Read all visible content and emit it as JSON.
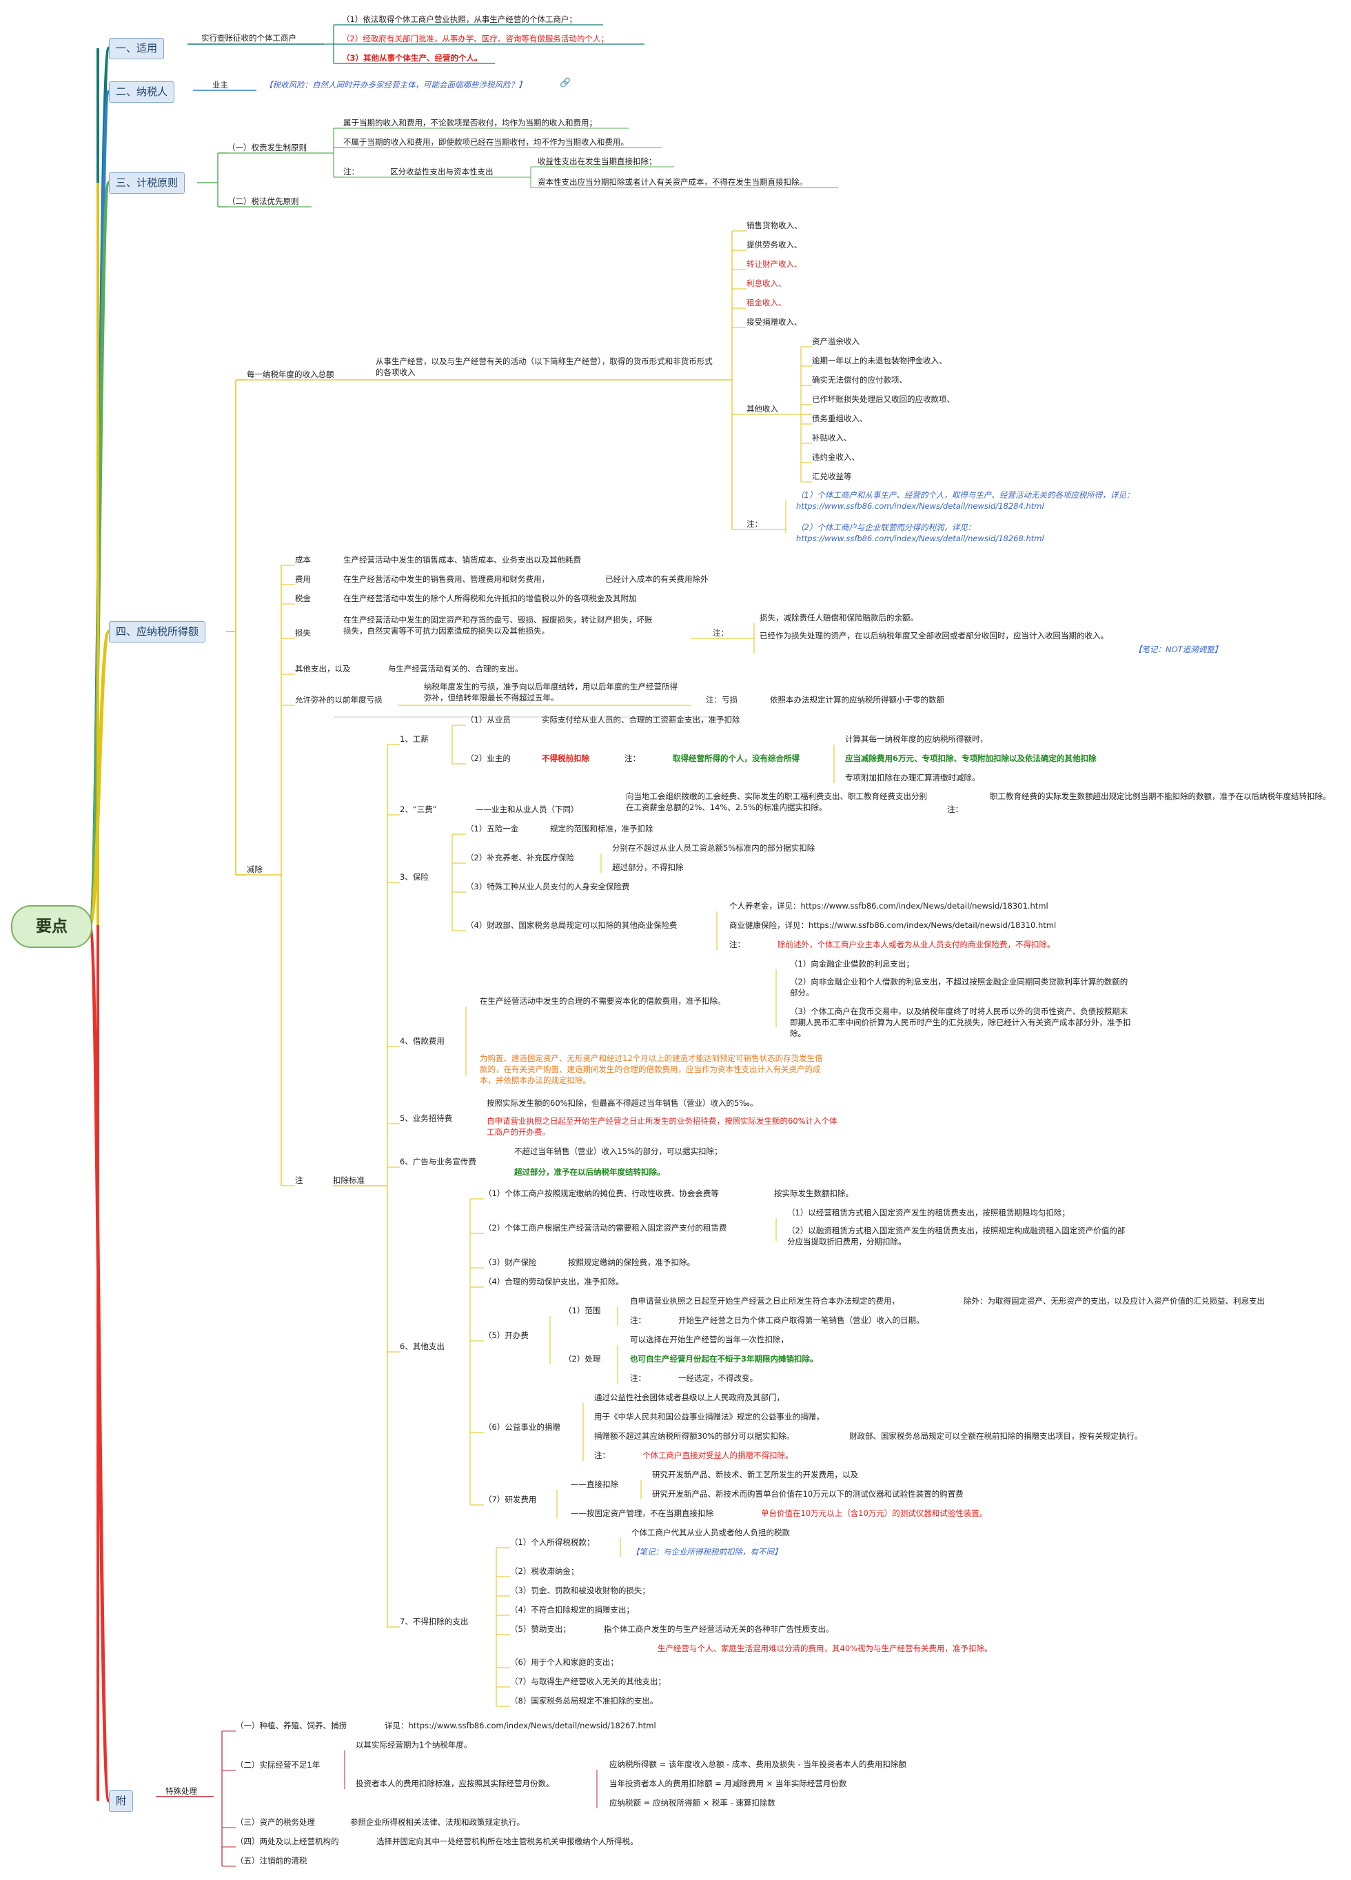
{
  "root": "要点",
  "s1": {
    "label": "一、适用",
    "sub": "实行查账征收的个体工商户",
    "i1": "（1）依法取得个体工商户营业执照，从事生产经营的个体工商户；",
    "i2": "（2）经政府有关部门批准，从事办学、医疗、咨询等有偿服务活动的个人；",
    "i3": "（3）其他从事个体生产、经营的个人。"
  },
  "s2": {
    "label": "二、纳税人",
    "sub": "业主",
    "risk": "【税收风险：自然人同时开办多家经营主体，可能会面临哪些涉税风险？】"
  },
  "s3": {
    "label": "三、计税原则",
    "p1": "（一）权责发生制原则",
    "p1a": "属于当期的收入和费用，不论款项是否收付，均作为当期的收入和费用；",
    "p1b": "不属于当期的收入和费用，即使款项已经在当期收付，均不作为当期收入和费用。",
    "note": "注：",
    "dist": "区分收益性支出与资本性支出",
    "d1": "收益性支出在发生当期直接扣除；",
    "d2": "资本性支出应当分期扣除或者计入有关资产成本，不得在发生当期直接扣除。",
    "p2": "（二）税法优先原则"
  },
  "s4": {
    "label": "四、应纳税所得额",
    "income": {
      "label": "每一纳税年度的收入总额",
      "def": "从事生产经营，以及与生产经营有关的活动（以下简称生产经营），取得的货币形式和非货币形式的各项收入",
      "items": [
        "销售货物收入、",
        "提供劳务收入、",
        "转让财产收入、",
        "利息收入、",
        "租金收入、",
        "接受捐赠收入、"
      ],
      "other": "其他收入",
      "others": [
        "资产溢余收入",
        "逾期一年以上的未退包装物押金收入、",
        "确实无法偿付的应付款项、",
        "已作坏账损失处理后又收回的应收款项、",
        "债务重组收入、",
        "补贴收入、",
        "违约金收入、",
        "汇兑收益等"
      ],
      "note": "注：",
      "n1": "（1）个体工商户和从事生产、经营的个人，取得与生产、经营活动无关的各项应税所得，详见：https://www.ssfb86.com/index/News/detail/newsid/18284.html",
      "n2": "（2）个体工商户与企业联营而分得的利润，详见：https://www.ssfb86.com/index/News/detail/newsid/18268.html"
    },
    "cost": {
      "label": "成本",
      "text": "生产经营活动中发生的销售成本、销货成本、业务支出以及其他耗费"
    },
    "expense": {
      "label": "费用",
      "text": "在生产经营活动中发生的销售费用、管理费用和财务费用，",
      "extra": "已经计入成本的有关费用除外"
    },
    "tax": {
      "label": "税金",
      "text": "在生产经营活动中发生的除个人所得税和允许抵扣的增值税以外的各项税金及其附加"
    },
    "loss": {
      "label": "损失",
      "text": "在生产经营活动中发生的固定资产和存货的盘亏、毁损、报废损失，转让财产损失，坏账损失，自然灾害等不可抗力因素造成的损失以及其他损失。",
      "note": "注：",
      "n1": "损失，减除责任人赔偿和保险赔款后的余额。",
      "n2": "已经作为损失处理的资产，在以后纳税年度又全部收回或者部分收回时，应当计入收回当期的收入。",
      "memo": "【笔记：NOT追溯调整】"
    },
    "other": {
      "label": "其他支出，以及",
      "text": "与生产经营活动有关的、合理的支出。"
    },
    "prior": {
      "label": "允许弥补的以前年度亏损",
      "text": "纳税年度发生的亏损，准予向以后年度结转，用以后年度的生产经营所得弥补，但结转年限最长不得超过五年。",
      "note": "注：亏损",
      "def": "依照本办法规定计算的应纳税所得额小于零的数额"
    },
    "deduct": "减除",
    "note": "注",
    "standard": "扣除标准",
    "wage": {
      "label": "1、工薪",
      "e1": "（1）从业员",
      "e1t": "实际支付给从业人员的、合理的工资薪金支出，准予扣除",
      "e2": "（2）业主的",
      "e2t": "不得税前扣除",
      "note": "注：",
      "e2n": "取得经营所得的个人，没有综合所得",
      "c1": "计算其每一纳税年度的应纳税所得额时，",
      "c2": "应当减除费用6万元、专项扣除、专项附加扣除以及依法确定的其他扣除",
      "c3": "专项附加扣除在办理汇算清缴时减除。"
    },
    "three": {
      "label": "2、“三费”",
      "who": "——业主和从业人员（下同）",
      "text": "向当地工会组织拨缴的工会经费、实际发生的职工福利费支出、职工教育经费支出分别在工资薪金总额的2%、14%、2.5%的标准内据实扣除。",
      "note": "注：",
      "extra": "职工教育经费的实际发生数额超出规定比例当期不能扣除的数额，准予在以后纳税年度结转扣除。"
    },
    "ins": {
      "label": "3、保险",
      "i1": "（1）五险一金",
      "i1t": "规定的范围和标准，准予扣除",
      "i2": "（2）补充养老、补充医疗保险",
      "i2a": "分别在不超过从业人员工资总额5%标准内的部分据实扣除",
      "i2b": "超过部分，不得扣除",
      "i3": "（3）特殊工种从业人员支付的人身安全保险费",
      "i4": "（4）财政部、国家税务总局规定可以扣除的其他商业保险费",
      "i4a": "个人养老金，详见：https://www.ssfb86.com/index/News/detail/newsid/18301.html",
      "i4b": "商业健康保险，详见：https://www.ssfb86.com/index/News/detail/newsid/18310.html",
      "note": "注：",
      "i4n": "除前述外，个体工商户业主本人或者为从业人员支付的商业保险费，不得扣除。"
    },
    "loan": {
      "label": "4、借款费用",
      "text": "在生产经营活动中发生的合理的不需要资本化的借款费用，准予扣除。",
      "a": "（1）向金融企业借款的利息支出；",
      "b": "（2）向非金融企业和个人借款的利息支出，不超过按照金融企业同期同类贷款利率计算的数额的部分。",
      "c": "（3）个体工商户在货币交易中，以及纳税年度终了时将人民币以外的货币性资产、负债按照期末即期人民币汇率中间价折算为人民币时产生的汇兑损失，除已经计入有关资产成本部分外，准予扣除。",
      "cap": "为购置、建造固定资产、无形资产和经过12个月以上的建造才能达到预定可销售状态的存货发生借款的，在有关资产购置、建造期间发生的合理的借款费用，应当作为资本性支出计入有关资产的成本，并依照本办法的规定扣除。"
    },
    "ent": {
      "label": "5、业务招待费",
      "a": "按照实际发生额的60%扣除，但最高不得超过当年销售（营业）收入的5‰。",
      "b": "自申请营业执照之日起至开始生产经营之日止所发生的业务招待费，按照实际发生额的60%计入个体工商户的开办费。"
    },
    "adv": {
      "label": "6、广告与业务宣传费",
      "a": "不超过当年销售（营业）收入15%的部分，可以据实扣除；",
      "b": "超过部分，准予在以后纳税年度结转扣除。"
    },
    "oth": {
      "label": "6、其他支出",
      "a": "（1）个体工商户按照规定缴纳的摊位费、行政性收费、协会会费等",
      "at": "按实际发生数额扣除。",
      "b": "（2）个体工商户根据生产经营活动的需要租入固定资产支付的租赁费",
      "b1": "（1）以经营租赁方式租入固定资产发生的租赁费支出，按照租赁期限均匀扣除；",
      "b2": "（2）以融资租赁方式租入固定资产发生的租赁费支出，按照规定构成融资租入固定资产价值的部分应当提取折旧费用，分期扣除。",
      "c": "（3）财产保险",
      "ct": "按照规定缴纳的保险费，准予扣除。",
      "d": "（4）合理的劳动保护支出，准予扣除。",
      "e": "（5）开办费",
      "e1": "（1）范围",
      "e1t": "自申请营业执照之日起至开始生产经营之日止所发生符合本办法规定的费用，",
      "e1x": "除外：为取得固定资产、无形资产的支出，以及应计入资产价值的汇兑损益、利息支出",
      "e1n": "注：",
      "e1nt": "开始生产经营之日为个体工商户取得第一笔销售（营业）收入的日期。",
      "e2": "（2）处理",
      "e2a": "可以选择在开始生产经营的当年一次性扣除，",
      "e2b": "也可自生产经营月份起在不短于3年期限内摊销扣除。",
      "e2n": "注：",
      "e2nt": "一经选定，不得改变。",
      "f": "（6）公益事业的捐赠",
      "f1": "通过公益性社会团体或者县级以上人民政府及其部门，",
      "f2": "用于《中华人民共和国公益事业捐赠法》规定的公益事业的捐赠，",
      "f3": "捐赠额不超过其应纳税所得额30%的部分可以据实扣除。",
      "f3x": "财政部、国家税务总局规定可以全额在税前扣除的捐赠支出项目，按有关规定执行。",
      "fn": "注：",
      "fnt": "个体工商户直接对受益人的捐赠不得扣除。",
      "g": "（7）研发费用",
      "g1": "——直接扣除",
      "g1a": "研究开发新产品、新技术、新工艺所发生的开发费用，以及",
      "g1b": "研究开发新产品、新技术而购置单台价值在10万元以下的测试仪器和试验性装置的购置费",
      "g2": "——按固定资产管理，不在当期直接扣除",
      "g2t": "单台价值在10万元以上（含10万元）的测试仪器和试验性装置。"
    },
    "non": {
      "label": "7、不得扣除的支出",
      "a": "（1）个人所得税税款；",
      "a1": "个体工商户代其从业人员或者他人负担的税款",
      "a2": "【笔记：与企业所得税税前扣除，有不同】",
      "b": "（2）税收滞纳金；",
      "c": "（3）罚金、罚款和被没收财物的损失；",
      "d": "（4）不符合扣除规定的捐赠支出；",
      "e": "（5）赞助支出；",
      "et": "指个体工商户发生的与生产经营活动无关的各种非广告性质支出。",
      "f": "（6）用于个人和家庭的支出；",
      "ft": "生产经营与个人、家庭生活混用难以分清的费用，其40%视为与生产经营有关费用，准予扣除。",
      "g": "（7）与取得生产经营收入无关的其他支出；",
      "h": "（8）国家税务总局规定不准扣除的支出。"
    }
  },
  "s5": {
    "label": "附",
    "sub": "特殊处理",
    "a": "（一）种植、养殖、饲养、捕捞",
    "at": "详见：https://www.ssfb86.com/index/News/detail/newsid/18267.html",
    "b": "（二）实际经营不足1年",
    "b1": "以其实际经营期为1个纳税年度。",
    "b2": "投资者本人的费用扣除标准，应按照其实际经营月份数。",
    "b2a": "应纳税所得额 = 该年度收入总额 - 成本、费用及损失 - 当年投资者本人的费用扣除额",
    "b2b": "当年投资者本人的费用扣除额 = 月减除费用 × 当年实际经营月份数",
    "b2c": "应纳税额 = 应纳税所得额 × 税率 - 速算扣除数",
    "c": "（三）资产的税务处理",
    "ct": "参照企业所得税相关法律、法规和政策规定执行。",
    "d": "（四）两处及以上经营机构的",
    "dt": "选择并固定向其中一处经营机构所在地主管税务机关申报缴纳个人所得税。",
    "e": "（五）注销前的清税"
  },
  "colors": {
    "teal": "#127a74",
    "blue": "#2e7fd0",
    "green": "#58ad58",
    "yellow": "#e2c313",
    "orange": "#ea8d20",
    "red": "#e8332b",
    "darkred": "#c0262d",
    "grey": "#b8b8b8",
    "navy": "#1d3f66"
  }
}
